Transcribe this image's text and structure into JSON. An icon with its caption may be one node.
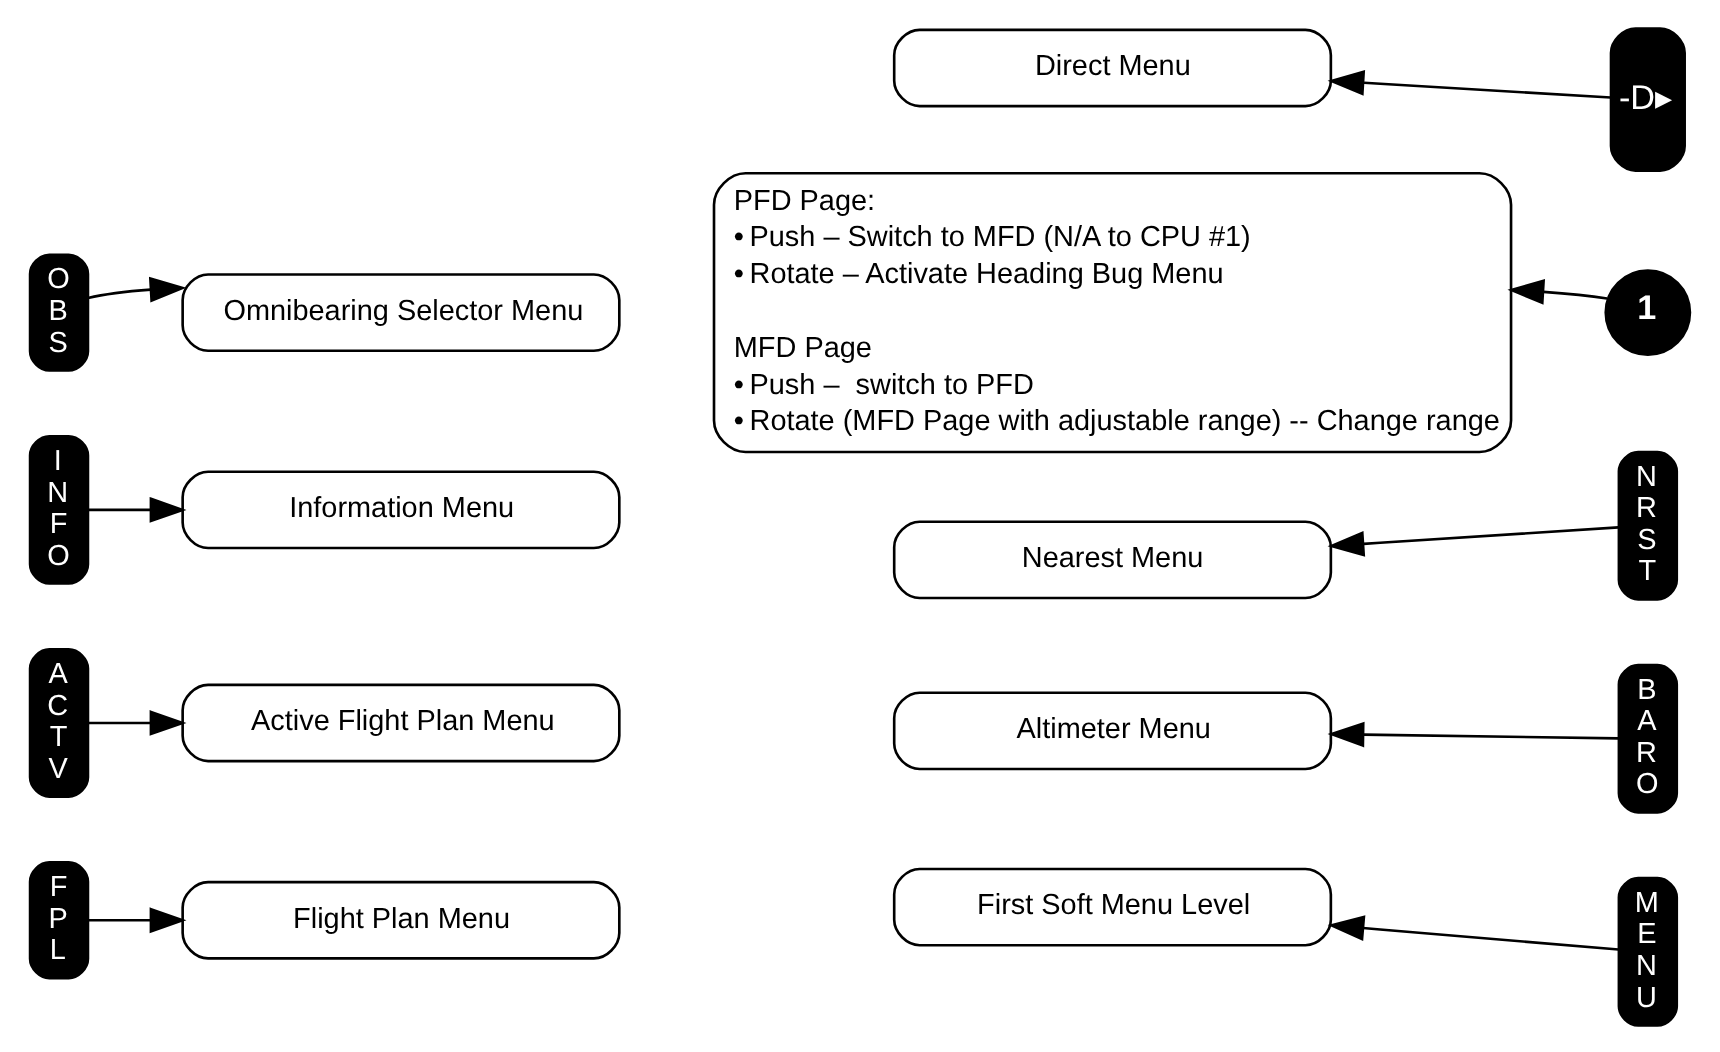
{
  "diagram": {
    "nodes": [
      {
        "text": [
          "FPL"
        ]
      },
      {
        "text": [
          "Flight Plan Menu"
        ]
      },
      {
        "text": [
          "First Soft Menu Level"
        ]
      },
      {
        "text": [
          "MENU"
        ]
      },
      {
        "text": [
          "ACTV"
        ]
      },
      {
        "text": [
          "Active Flight Plan Menu"
        ]
      },
      {
        "text": [
          "Altimeter Menu"
        ]
      },
      {
        "text": [
          "BARO"
        ]
      },
      {
        "text": [
          "INFO"
        ]
      },
      {
        "text": [
          "Information Menu"
        ]
      },
      {
        "text": [
          "Nearest Menu"
        ]
      },
      {
        "text": [
          "NRST"
        ]
      },
      {
        "text": [
          "OBS"
        ]
      },
      {
        "text": [
          "Omnibearing Selector Menu"
        ]
      },
      {
        "text": [
          "Direct Menu"
        ]
      },
      {
        "text": [
          "-D▸"
        ]
      },
      {
        "text": [
          "PFD Page:",
          "•",
          "Push – Switch to MFD (N/A to CPU #1)",
          "•",
          "Rotate – Activate Heading Bug Menu",
          "MFD Page",
          "•",
          "Push –  switch to PFD",
          "•",
          "Rotate (MFD Page with adjustable range) -- Change range"
        ]
      },
      {
        "text": [
          "1"
        ]
      }
    ],
    "edges": [
      {
        "from": 0,
        "to": 1,
        "arrow": "to"
      },
      {
        "from": 3,
        "to": 2,
        "arrow": "to"
      },
      {
        "from": 4,
        "to": 5,
        "arrow": "to"
      },
      {
        "from": 7,
        "to": 6,
        "arrow": "to"
      },
      {
        "from": 8,
        "to": 9,
        "arrow": "to"
      },
      {
        "from": 11,
        "to": 10,
        "arrow": "to"
      },
      {
        "from": 12,
        "to": 13,
        "arrow": "to"
      },
      {
        "from": 15,
        "to": 14,
        "arrow": "to"
      },
      {
        "from": 17,
        "to": 16,
        "arrow": "to"
      }
    ]
  }
}
